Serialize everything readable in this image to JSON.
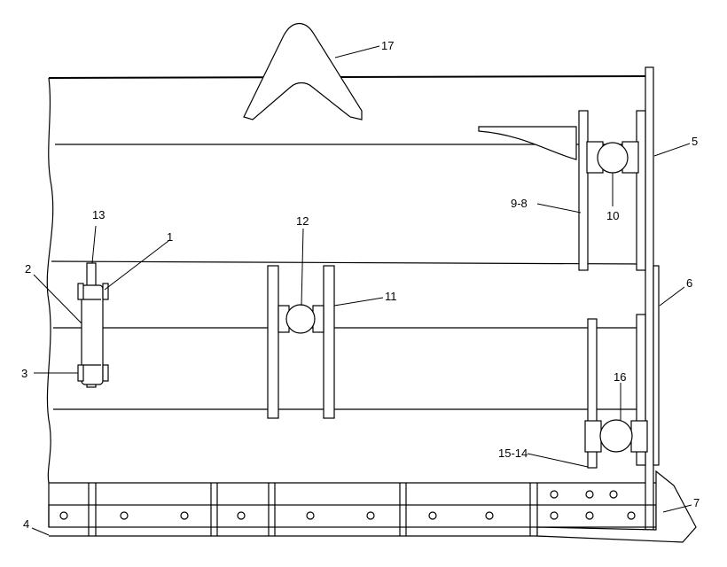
{
  "callouts": {
    "c1": "1",
    "c2": "2",
    "c3": "3",
    "c4": "4",
    "c5": "5",
    "c6": "6",
    "c7": "7",
    "c9_8": "9-8",
    "c10": "10",
    "c11": "11",
    "c12": "12",
    "c13": "13",
    "c15_14": "15-14",
    "c16": "16",
    "c17": "17"
  }
}
